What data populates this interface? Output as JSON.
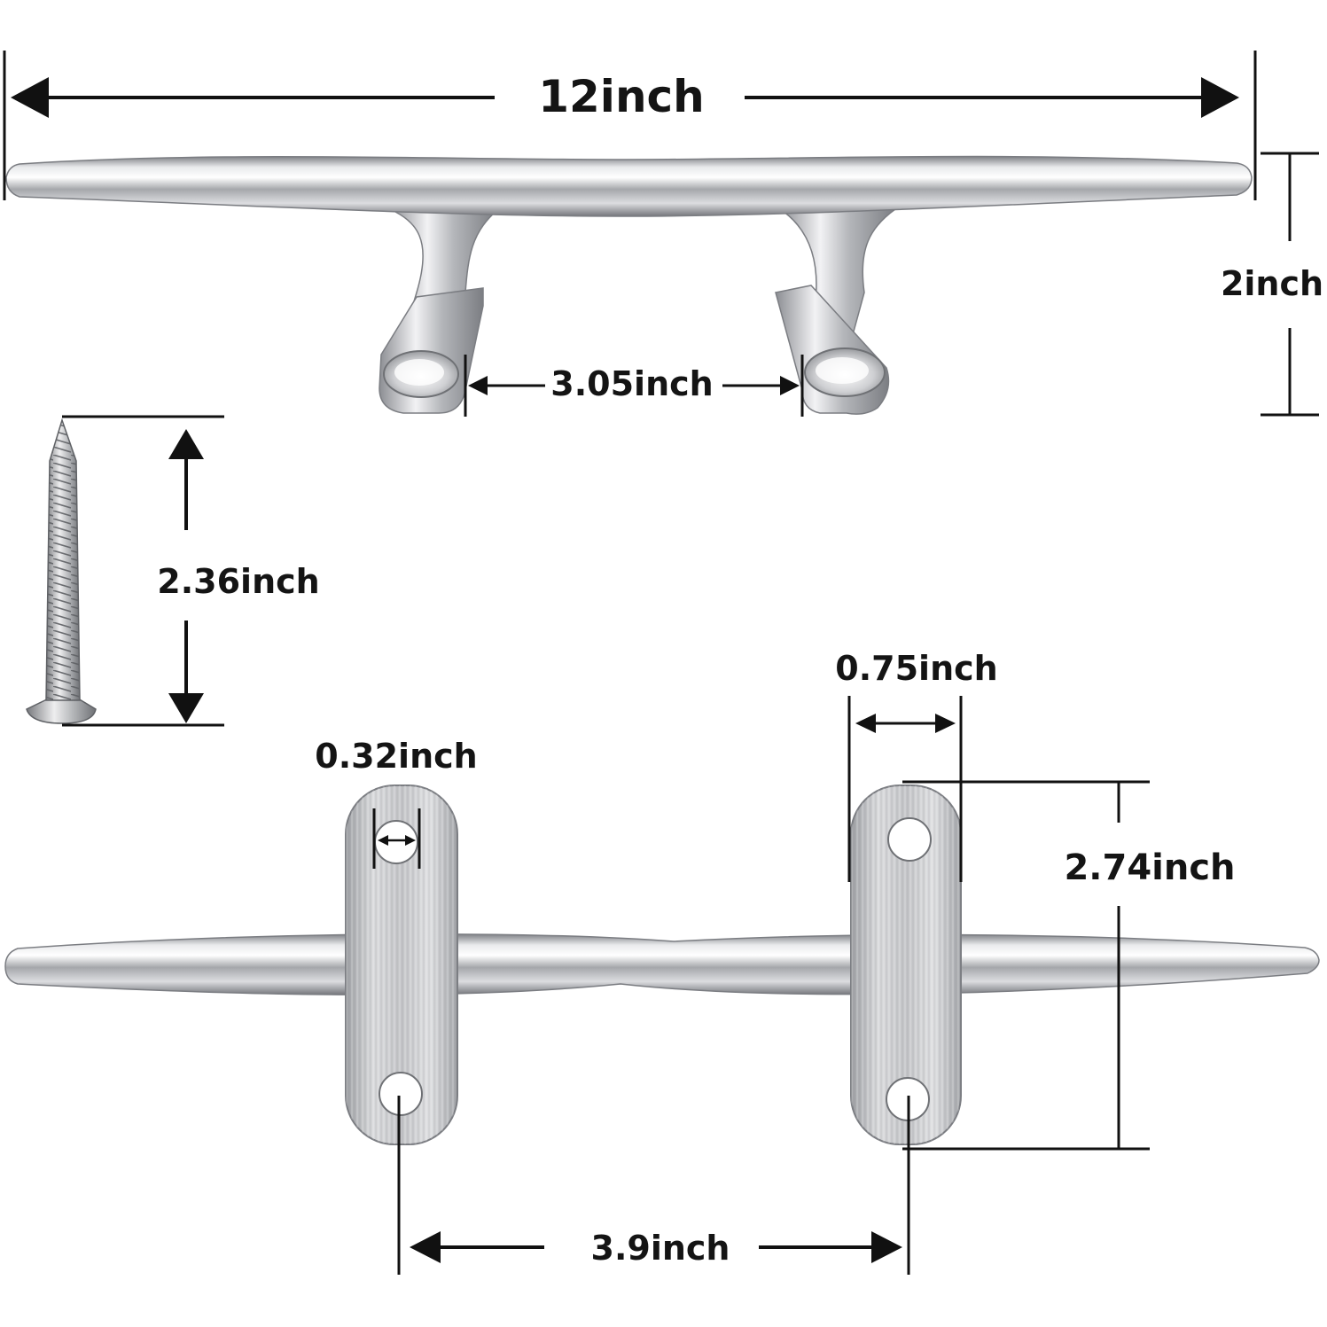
{
  "dimensions": {
    "overall_length": "12inch",
    "height": "2inch",
    "base_gap": "3.05inch",
    "screw_length": "2.36inch",
    "hole_diameter": "0.32inch",
    "base_width": "0.75inch",
    "base_length": "2.74inch",
    "hole_spacing": "3.9inch"
  },
  "colors": {
    "dimension_line": "#111111",
    "metal_light": "#f4f4f6",
    "metal_mid": "#c9cacd",
    "metal_dark": "#8e9095",
    "background": "#ffffff"
  }
}
